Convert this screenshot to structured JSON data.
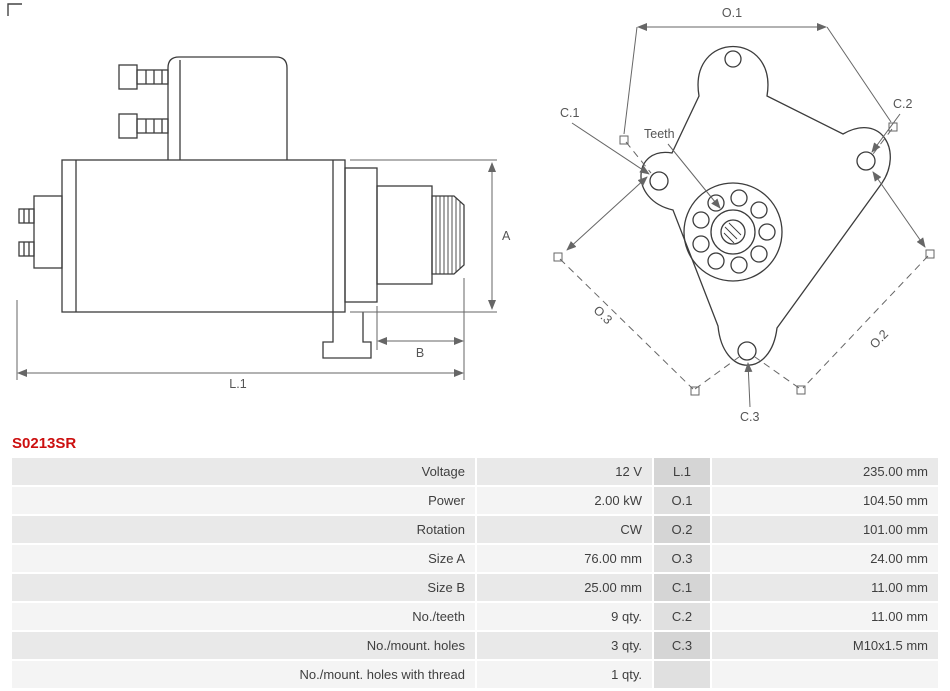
{
  "part_number": "S0213SR",
  "colors": {
    "part_number_color": "#cc0f0f",
    "drawing_line": "#3c3c3c",
    "dimension_line": "#666666",
    "row_bg_odd": "#e9e9e9",
    "row_bg_even": "#f4f4f4",
    "dim_cell_bg_odd": "#d5d5d5",
    "dim_cell_bg_even": "#e0e0e0"
  },
  "diagram": {
    "side_view": {
      "dim_a": "A",
      "dim_b": "B",
      "dim_l": "L.1"
    },
    "front_view": {
      "dim_o1": "O.1",
      "dim_o2": "O.2",
      "dim_o3": "O.3",
      "hole_c1": "C.1",
      "hole_c2": "C.2",
      "hole_c3": "C.3",
      "teeth": "Teeth"
    }
  },
  "spec_table": {
    "rows": [
      {
        "label": "Voltage",
        "value": "12 V",
        "dim": "L.1",
        "dim_value": "235.00 mm"
      },
      {
        "label": "Power",
        "value": "2.00 kW",
        "dim": "O.1",
        "dim_value": "104.50 mm"
      },
      {
        "label": "Rotation",
        "value": "CW",
        "dim": "O.2",
        "dim_value": "101.00 mm"
      },
      {
        "label": "Size A",
        "value": "76.00 mm",
        "dim": "O.3",
        "dim_value": "24.00 mm"
      },
      {
        "label": "Size B",
        "value": "25.00 mm",
        "dim": "C.1",
        "dim_value": "11.00 mm"
      },
      {
        "label": "No./teeth",
        "value": "9 qty.",
        "dim": "C.2",
        "dim_value": "11.00 mm"
      },
      {
        "label": "No./mount. holes",
        "value": "3 qty.",
        "dim": "C.3",
        "dim_value": "M10x1.5 mm"
      },
      {
        "label": "No./mount. holes with thread",
        "value": "1 qty.",
        "dim": "",
        "dim_value": ""
      }
    ]
  }
}
